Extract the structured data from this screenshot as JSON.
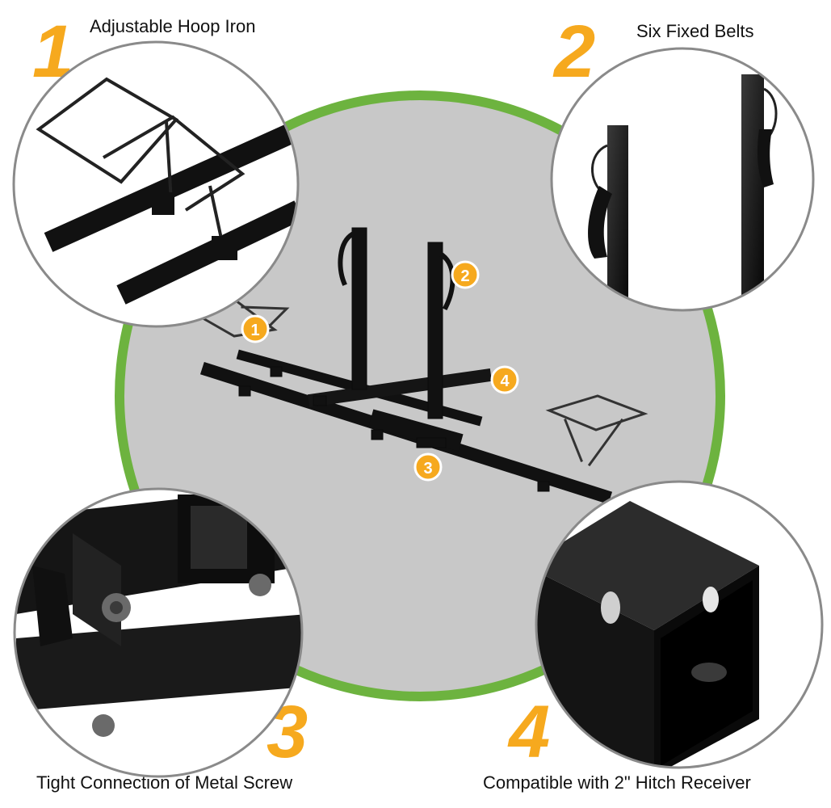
{
  "features": [
    {
      "number": "1",
      "caption": "Adjustable Hoop Iron"
    },
    {
      "number": "2",
      "caption": "Six Fixed Belts"
    },
    {
      "number": "3",
      "caption": "Tight Connection of Metal Screw"
    },
    {
      "number": "4",
      "caption": "Compatible with 2\" Hitch Receiver"
    }
  ],
  "markers": [
    "1",
    "2",
    "3",
    "4"
  ],
  "colors": {
    "accent": "#f6a91e",
    "ring": "#6db33f",
    "disc": "#c8c8c8",
    "metal": "#141414",
    "circle_border": "#8a8a8a"
  }
}
